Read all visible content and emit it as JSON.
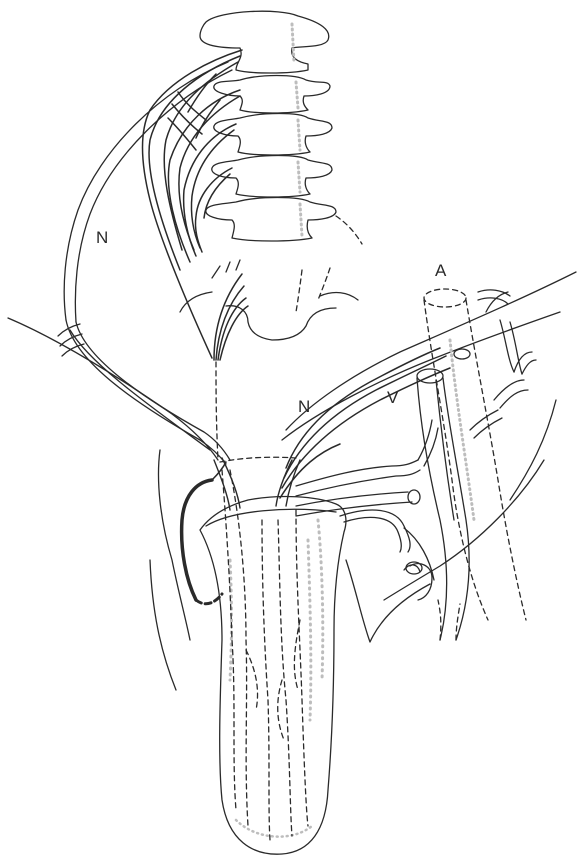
{
  "labels": {
    "nerve_left": "N",
    "nerve_right": "N",
    "vein": "V",
    "artery": "A"
  },
  "colors": {
    "ink": "#2a2a2a",
    "shade": "#bdbdbd",
    "background": "#ffffff"
  }
}
